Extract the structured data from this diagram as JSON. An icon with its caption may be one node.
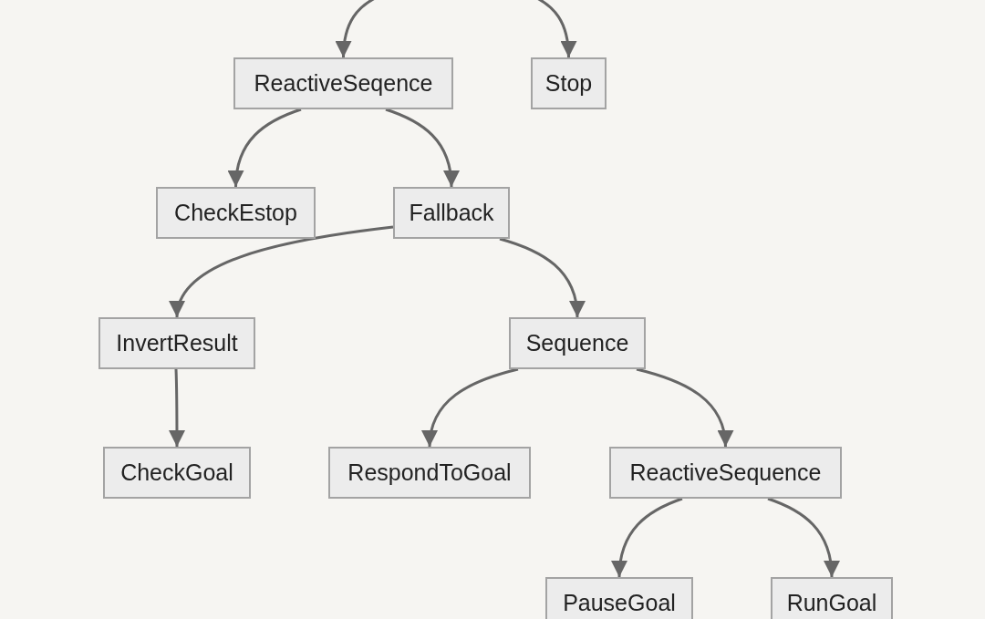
{
  "diagram": {
    "nodes": [
      {
        "text": [
          "ReactiveSeqence"
        ]
      },
      {
        "text": [
          "Stop"
        ]
      },
      {
        "text": [
          "CheckEstop"
        ]
      },
      {
        "text": [
          "Fallback"
        ]
      },
      {
        "text": [
          "InvertResult"
        ]
      },
      {
        "text": [
          "Sequence"
        ]
      },
      {
        "text": [
          "CheckGoal"
        ]
      },
      {
        "text": [
          "RespondToGoal"
        ]
      },
      {
        "text": [
          "ReactiveSequence"
        ]
      },
      {
        "text": [
          "PauseGoal"
        ]
      },
      {
        "text": [
          "RunGoal"
        ]
      }
    ],
    "edges": [
      {
        "from": null,
        "to": 0,
        "arrow": "to"
      },
      {
        "from": null,
        "to": 1,
        "arrow": "to"
      },
      {
        "from": 0,
        "to": 2,
        "arrow": "to"
      },
      {
        "from": 0,
        "to": 3,
        "arrow": "to"
      },
      {
        "from": 3,
        "to": 4,
        "arrow": "to"
      },
      {
        "from": 3,
        "to": 5,
        "arrow": "to"
      },
      {
        "from": 4,
        "to": 6,
        "arrow": "to"
      },
      {
        "from": 5,
        "to": 7,
        "arrow": "to"
      },
      {
        "from": 5,
        "to": 8,
        "arrow": "to"
      },
      {
        "from": 8,
        "to": 9,
        "arrow": "to"
      },
      {
        "from": 8,
        "to": 10,
        "arrow": "to"
      }
    ]
  }
}
